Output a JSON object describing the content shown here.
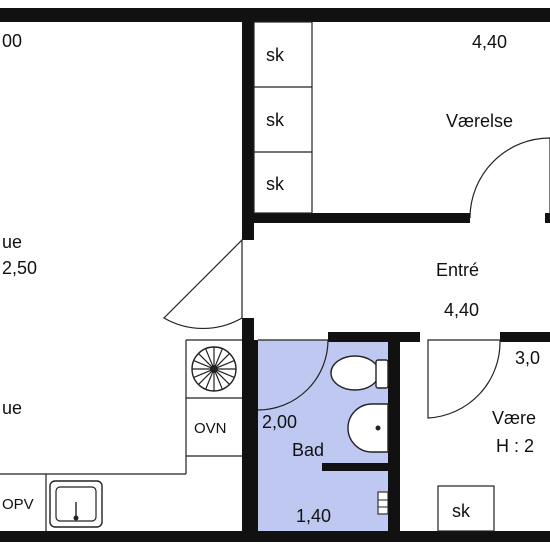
{
  "colors": {
    "wall": "#111111",
    "bath_fill": "#bfc8f0",
    "background": "#ffffff",
    "line": "#222222"
  },
  "rooms": {
    "room_top_left_dim": "00",
    "living_name_partial": "ue",
    "living_dim_partial": "2,50",
    "kitchen_name_partial": "ue",
    "bedroom_dim": "4,40",
    "bedroom_name": "Værelse",
    "hall_name": "Entré",
    "hall_dim": "4,40",
    "bath_dim_a": "2,00",
    "bath_name": "Bad",
    "bath_dim_b": "1,40",
    "room_right_dim": "3,0",
    "room_right_name_partial": "Være",
    "room_right_height_partial": "H : 2"
  },
  "fixtures": {
    "closet_1": "sk",
    "closet_2": "sk",
    "closet_3": "sk",
    "closet_4": "sk",
    "oven": "OVN",
    "dishwasher_partial": "OPV"
  },
  "icons": [
    "stove-burner-icon",
    "sink-icon",
    "toilet-icon",
    "washbasin-icon",
    "door-swing-icon"
  ]
}
